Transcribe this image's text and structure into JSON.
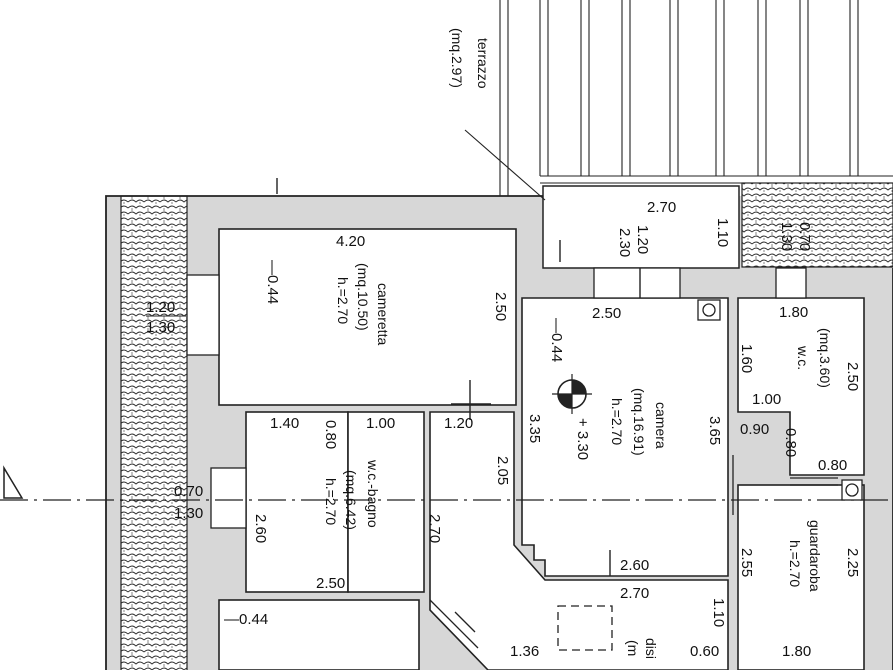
{
  "terrace": {
    "name": "terrazzo",
    "area": "(mq.2.97)"
  },
  "rooms": {
    "cameretta": {
      "name": "cameretta",
      "area": "(mq.10.50)",
      "height": "h.=2.70"
    },
    "camera": {
      "name": "camera",
      "area": "(mq.16.91)",
      "height": "h.=2.70"
    },
    "wc_small": {
      "area": "(mq.3.60)",
      "name": "w.c."
    },
    "bagno": {
      "name": "w.c.-bagno",
      "area": "(mq.6.42)",
      "height": "h.=2.70"
    },
    "guardaroba": {
      "name": "guardaroba",
      "height": "h.=2.70"
    },
    "disimpegno": {
      "name": "disi",
      "area": "(m"
    }
  },
  "dimensions": {
    "terr_w": "2.70",
    "terr_d1": "1.10",
    "terr_d2": "1.20",
    "terr_d3": "2.30",
    "parapet1": "0.70",
    "parapet2": "1.30",
    "cam1_w": "4.20",
    "cam1_level": "0.44",
    "cam1_d": "2.50",
    "win_w1": "1.20",
    "win_w2": "1.30",
    "cam2_w": "2.50",
    "cam2_level": "0.44",
    "cam2_spot": "+ 3.30",
    "cam2_d1": "3.35",
    "cam2_d2": "3.65",
    "wc_w": "1.80",
    "wc_d1": "1.60",
    "wc_d2": "2.50",
    "wc_d3": "1.00",
    "wc_d4": "0.90",
    "wc_d5": "0.80",
    "wc_d6": "0.80",
    "bath_w1": "1.40",
    "bath_w2": "1.00",
    "bath_w3": "1.20",
    "bath_d1": "0.80",
    "bath_d2": "2.05",
    "bath_d3": "2.60",
    "bath_d4": "2.70",
    "bath_w4": "2.50",
    "bath_level": "2.70",
    "wall_d1": "0.70",
    "wall_d2": "1.30",
    "cam2_w2": "2.60",
    "cam2_w3": "2.70",
    "guard_d1": "2.55",
    "guard_d2": "2.25",
    "guard_d3": "1.10",
    "guard_d4": "0.60",
    "guard_w": "1.80",
    "bottom_w": "1.36",
    "bottom_level": "0.44"
  }
}
